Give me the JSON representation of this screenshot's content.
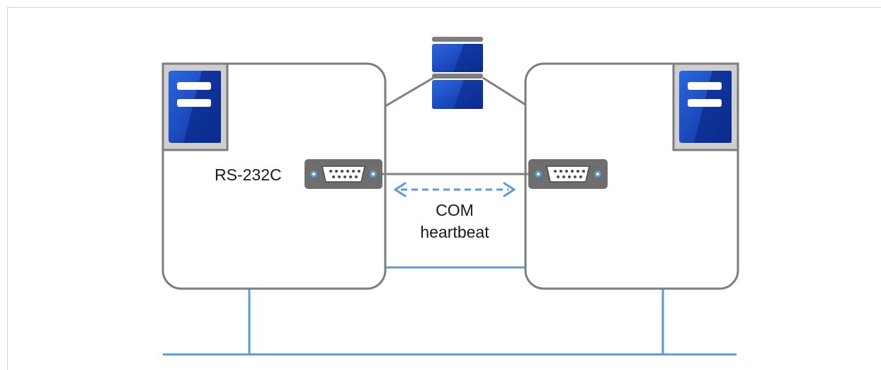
{
  "labels": {
    "port": "RS-232C",
    "heartbeat_line1": "COM",
    "heartbeat_line2": "heartbeat"
  },
  "nodes": [
    {
      "id": "server-left",
      "kind": "server"
    },
    {
      "id": "server-right",
      "kind": "server"
    },
    {
      "id": "shared-disk",
      "kind": "disk"
    }
  ],
  "links": [
    {
      "from": "server-left",
      "to": "shared-disk",
      "kind": "storage"
    },
    {
      "from": "server-right",
      "to": "shared-disk",
      "kind": "storage"
    },
    {
      "from": "server-left",
      "to": "server-right",
      "kind": "serial-cable"
    },
    {
      "from": "server-left",
      "to": "server-right",
      "kind": "interconnect"
    },
    {
      "from": "server-left",
      "to": "public-network",
      "kind": "network"
    },
    {
      "from": "server-right",
      "to": "public-network",
      "kind": "network"
    }
  ],
  "colors": {
    "server_border": "#7d7d7d",
    "bay_fill": "#cfcfcf",
    "bay_border": "#7d7d7d",
    "icon_blue": "#1f4fc4",
    "icon_dark": "#0a2a8a",
    "port_fill": "#6e6e6e",
    "network_line": "#5b9bd5",
    "cable_line": "#7d7d7d",
    "arrow": "#5b9bd5"
  }
}
